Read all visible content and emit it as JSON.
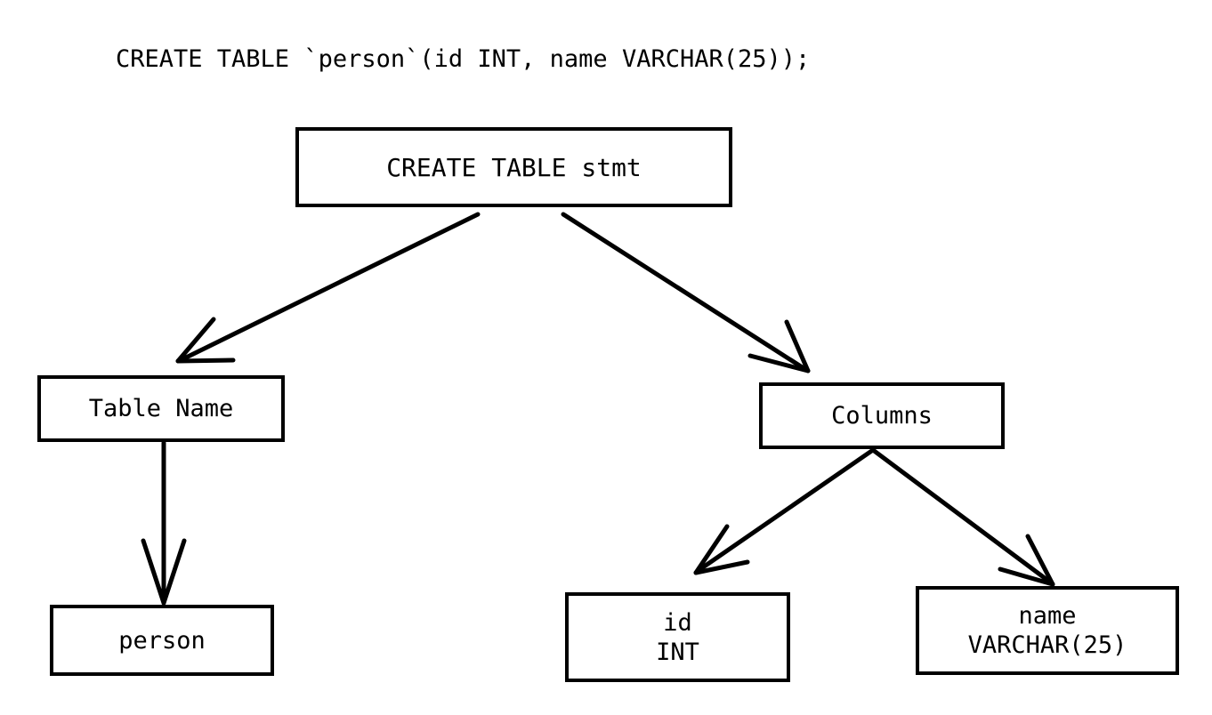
{
  "diagram": {
    "type": "parse-tree",
    "title_statement": "CREATE TABLE `person`(id INT, name VARCHAR(25));",
    "background_color": "#ffffff",
    "stroke_color": "#000000",
    "nodes": {
      "root": {
        "label": "CREATE TABLE stmt"
      },
      "table_name": {
        "label": "Table Name"
      },
      "columns": {
        "label": "Columns"
      },
      "person": {
        "label": "person"
      },
      "col_id": {
        "line1": "id",
        "line2": "INT"
      },
      "col_name": {
        "line1": "name",
        "line2": "VARCHAR(25)"
      }
    },
    "edges": [
      {
        "id": "root-to-table-name",
        "from": "root",
        "to": "table_name",
        "style": "open-arrow"
      },
      {
        "id": "root-to-columns",
        "from": "root",
        "to": "columns",
        "style": "open-arrow"
      },
      {
        "id": "table-name-to-person",
        "from": "table_name",
        "to": "person",
        "style": "open-arrow"
      },
      {
        "id": "columns-to-col-id",
        "from": "columns",
        "to": "col_id",
        "style": "open-arrow"
      },
      {
        "id": "columns-to-col-name",
        "from": "columns",
        "to": "col_name",
        "style": "open-arrow"
      }
    ]
  }
}
